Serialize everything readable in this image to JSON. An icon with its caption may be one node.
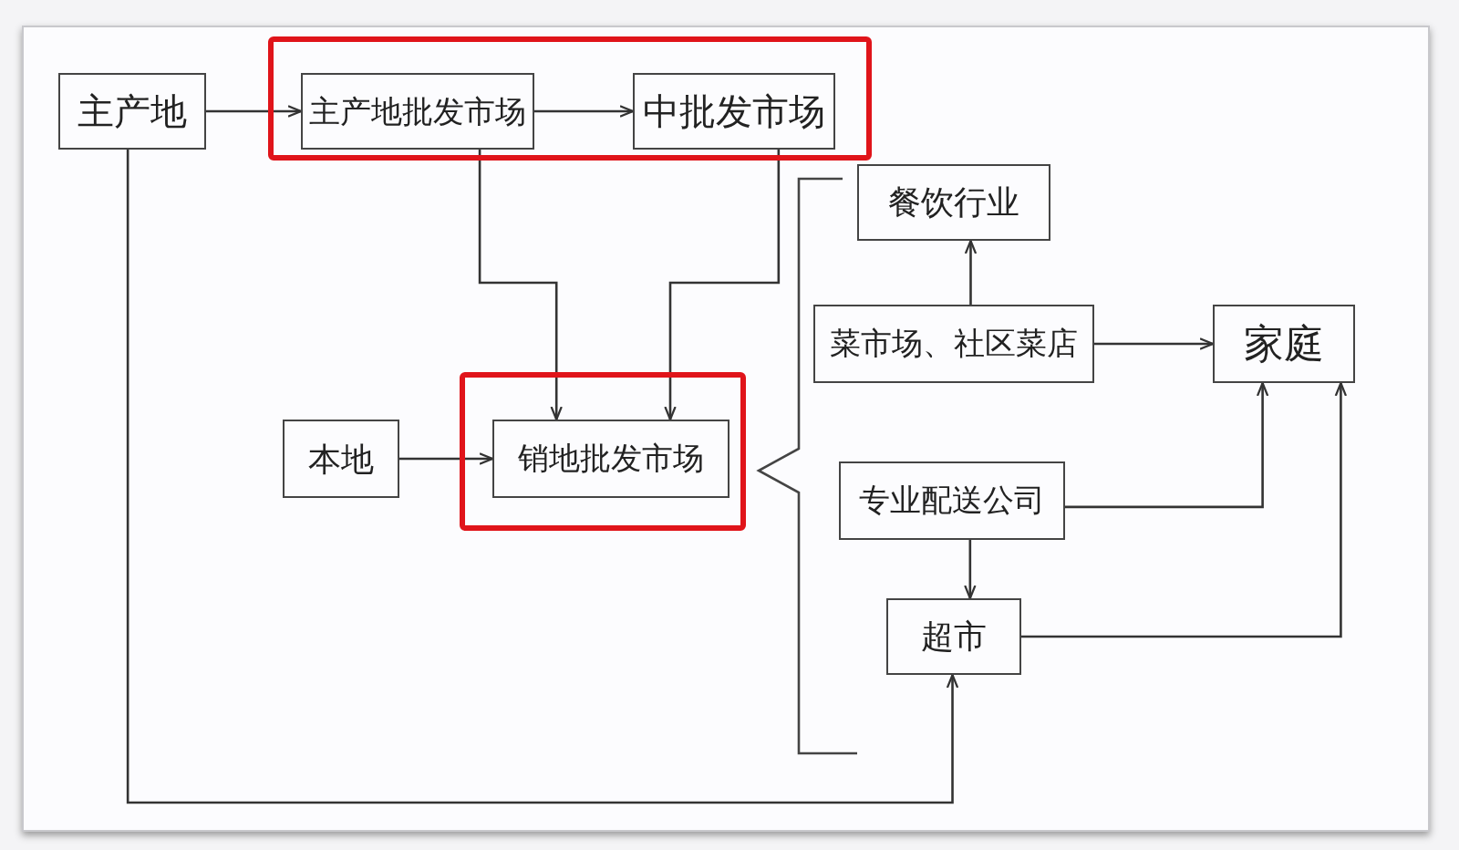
{
  "diagram": {
    "nodes": [
      {
        "text": [
          "主产地"
        ]
      },
      {
        "text": [],
        "shape": "box"
      },
      {
        "text": [
          "主产地批发市场"
        ],
        "in": 1
      },
      {
        "text": [
          "中批发市场"
        ],
        "in": 1
      },
      {
        "text": [
          "餐饮行业"
        ]
      },
      {
        "text": [
          "菜市场、社区菜店"
        ]
      },
      {
        "text": [
          "家庭"
        ]
      },
      {
        "text": [
          "本地"
        ]
      },
      {
        "text": [],
        "shape": "box"
      },
      {
        "text": [
          "销地批发市场"
        ],
        "in": 8
      },
      {
        "text": [
          "专业配送公司"
        ]
      },
      {
        "text": [
          "超市"
        ]
      }
    ],
    "edges": [
      {
        "from": 0,
        "to": 2,
        "arrow": "to"
      },
      {
        "from": 2,
        "to": 3,
        "arrow": "to"
      },
      {
        "from": 2,
        "to": 9,
        "arrow": "to"
      },
      {
        "from": 3,
        "to": 9,
        "arrow": "to"
      },
      {
        "from": 7,
        "to": 9,
        "arrow": "to"
      },
      {
        "from": 0,
        "to": 11,
        "arrow": "to"
      },
      {
        "from": 5,
        "to": 4,
        "arrow": "to"
      },
      {
        "from": 5,
        "to": 6,
        "arrow": "to"
      },
      {
        "from": 10,
        "to": 6,
        "arrow": "to"
      },
      {
        "from": 11,
        "to": 6,
        "arrow": "to"
      },
      {
        "from": 10,
        "to": 11,
        "arrow": "to"
      }
    ]
  }
}
